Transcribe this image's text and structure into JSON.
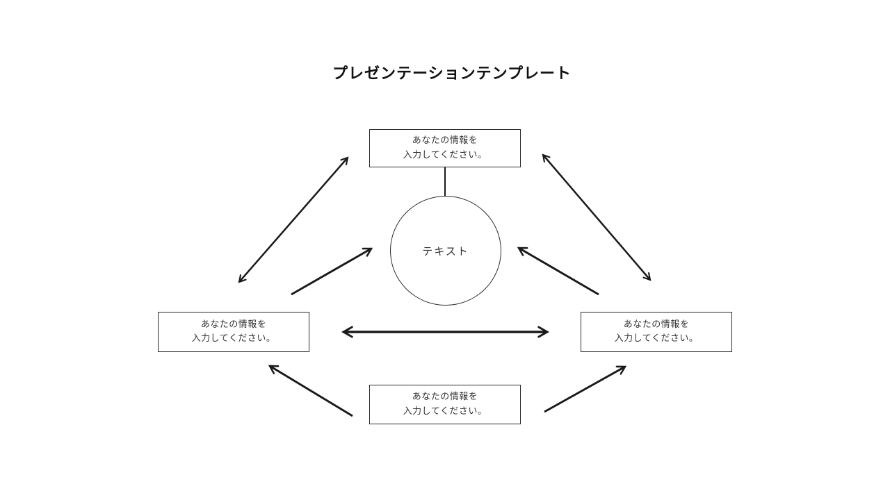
{
  "title": "プレゼンテーションテンプレート",
  "diagram": {
    "center_circle": {
      "label": "テキスト"
    },
    "boxes": {
      "top": {
        "line1": "あなたの情報を",
        "line2": "入力してください。"
      },
      "left": {
        "line1": "あなたの情報を",
        "line2": "入力してください。"
      },
      "right": {
        "line1": "あなたの情報を",
        "line2": "入力してください。"
      },
      "bottom": {
        "line1": "あなたの情報を",
        "line2": "入力してください。"
      }
    },
    "connections": [
      {
        "from": "left-box",
        "to": "top-box",
        "bidirectional": true
      },
      {
        "from": "top-box",
        "to": "right-box",
        "bidirectional": true
      },
      {
        "from": "left-box",
        "to": "right-box",
        "bidirectional": true
      },
      {
        "from": "left-side",
        "to": "center-circle",
        "bidirectional": false
      },
      {
        "from": "right-side",
        "to": "center-circle",
        "bidirectional": false
      },
      {
        "from": "bottom-box",
        "to": "left-box",
        "bidirectional": false
      },
      {
        "from": "bottom-box",
        "to": "right-box",
        "bidirectional": false
      },
      {
        "from": "top-box",
        "to": "center-circle",
        "bidirectional": false,
        "style": "plain-line"
      }
    ],
    "colors": {
      "stroke": "#1a1a1a",
      "text": "#333333",
      "background": "#ffffff"
    }
  }
}
